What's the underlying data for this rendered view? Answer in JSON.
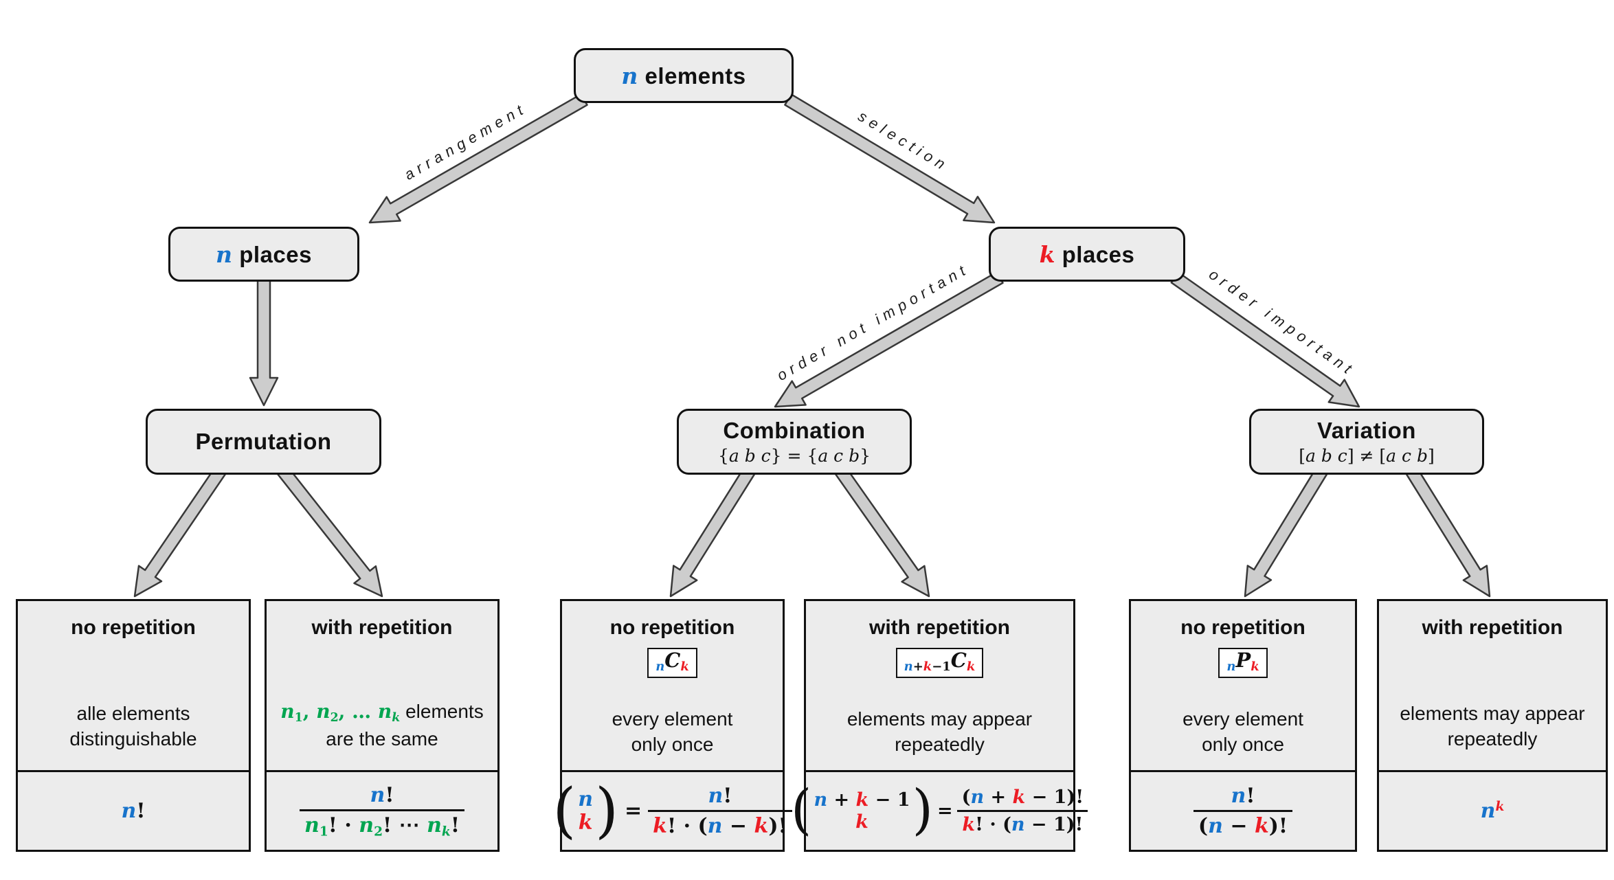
{
  "palette": {
    "blue": "#1773cb",
    "red": "#ec1c24",
    "green": "#00a550",
    "box_bg": "#ececec",
    "arrow_fill": "#cdcdcd",
    "arrow_stroke": "#383838"
  },
  "nodes": {
    "root": {
      "title": [
        {
          "t": "n",
          "i": 1,
          "c": "b"
        },
        {
          "t": " elements"
        }
      ]
    },
    "n_places": {
      "title": [
        {
          "t": "n",
          "i": 1,
          "c": "b"
        },
        {
          "t": " places"
        }
      ]
    },
    "k_places": {
      "title": [
        {
          "t": "k",
          "i": 1,
          "c": "r"
        },
        {
          "t": " places"
        }
      ]
    },
    "permutation": {
      "title": [
        {
          "t": "Permutation"
        }
      ]
    },
    "combination": {
      "title": [
        {
          "t": "Combination"
        }
      ],
      "subtitle": [
        {
          "t": "{",
          "m": 1
        },
        {
          "t": "a b c",
          "i": 1
        },
        {
          "t": "} = {",
          "m": 1
        },
        {
          "t": "a c b",
          "i": 1
        },
        {
          "t": "}",
          "m": 1
        }
      ]
    },
    "variation": {
      "title": [
        {
          "t": "Variation"
        }
      ],
      "subtitle": [
        {
          "t": "[",
          "m": 1
        },
        {
          "t": "a b c",
          "i": 1
        },
        {
          "t": "] ≠ [",
          "m": 1
        },
        {
          "t": "a c b",
          "i": 1
        },
        {
          "t": "]",
          "m": 1
        }
      ]
    }
  },
  "edges": {
    "arrangement": "arrangement",
    "selection": "selection",
    "order_not_important": "order not important",
    "order_important": "order important"
  },
  "leaves": [
    {
      "id": "permutation-no-repetition",
      "title": "no repetition",
      "desc1": [
        {
          "t": "alle elements"
        }
      ],
      "desc2": [
        {
          "t": "distinguishable"
        }
      ],
      "formula": [
        {
          "t": "n",
          "i": 1,
          "c": "b"
        },
        {
          "t": "!",
          "m": 1
        }
      ]
    },
    {
      "id": "permutation-with-repetition",
      "title": "with repetition",
      "desc1": [
        {
          "t": "n",
          "i": 1,
          "c": "g"
        },
        {
          "t": "1",
          "m": 1,
          "c": "g",
          "v": "sub"
        },
        {
          "t": ", ",
          "m": 1,
          "c": "g"
        },
        {
          "t": "n",
          "i": 1,
          "c": "g"
        },
        {
          "t": "2",
          "m": 1,
          "c": "g",
          "v": "sub"
        },
        {
          "t": ", … ",
          "m": 1,
          "c": "g"
        },
        {
          "t": "n",
          "i": 1,
          "c": "g"
        },
        {
          "t": "k",
          "i": 1,
          "c": "g",
          "v": "sub"
        },
        {
          "t": " elements"
        }
      ],
      "desc2": [
        {
          "t": "are the same"
        }
      ],
      "num": [
        {
          "t": "n",
          "i": 1,
          "c": "b"
        },
        {
          "t": "!",
          "m": 1
        }
      ],
      "den": [
        {
          "t": "n",
          "i": 1,
          "c": "g"
        },
        {
          "t": "1",
          "m": 1,
          "c": "g",
          "v": "sub"
        },
        {
          "t": "!",
          "m": 1
        },
        {
          "t": " · ",
          "m": 1
        },
        {
          "t": "n",
          "i": 1,
          "c": "g"
        },
        {
          "t": "2",
          "m": 1,
          "c": "g",
          "v": "sub"
        },
        {
          "t": "!",
          "m": 1
        },
        {
          "t": " ⋯ ",
          "m": 1
        },
        {
          "t": "n",
          "i": 1,
          "c": "g"
        },
        {
          "t": "k",
          "i": 1,
          "c": "g",
          "v": "sub"
        },
        {
          "t": "!",
          "m": 1
        }
      ]
    },
    {
      "id": "combination-no-repetition",
      "title": "no repetition",
      "badge": [
        {
          "t": "n",
          "i": 1,
          "c": "b",
          "v": "sub"
        },
        {
          "t": "C",
          "i": 1
        },
        {
          "t": "k",
          "i": 1,
          "c": "r",
          "v": "sub"
        }
      ],
      "desc1": [
        {
          "t": "every element"
        }
      ],
      "desc2": [
        {
          "t": "only once"
        }
      ],
      "binom_top": [
        {
          "t": "n",
          "i": 1,
          "c": "b"
        }
      ],
      "binom_bottom": [
        {
          "t": "k",
          "i": 1,
          "c": "r"
        }
      ],
      "eq": [
        {
          "t": "=",
          "m": 1
        }
      ],
      "num": [
        {
          "t": "n",
          "i": 1,
          "c": "b"
        },
        {
          "t": "!",
          "m": 1
        }
      ],
      "den": [
        {
          "t": "k",
          "i": 1,
          "c": "r"
        },
        {
          "t": "! · (",
          "m": 1
        },
        {
          "t": "n",
          "i": 1,
          "c": "b"
        },
        {
          "t": " − ",
          "m": 1
        },
        {
          "t": "k",
          "i": 1,
          "c": "r"
        },
        {
          "t": ")!",
          "m": 1
        }
      ]
    },
    {
      "id": "combination-with-repetition",
      "title": "with repetition",
      "badge": [
        {
          "t": "n",
          "i": 1,
          "c": "b",
          "v": "sub"
        },
        {
          "t": "+",
          "m": 1,
          "v": "sub"
        },
        {
          "t": "k",
          "i": 1,
          "c": "r",
          "v": "sub"
        },
        {
          "t": "−1",
          "m": 1,
          "v": "sub"
        },
        {
          "t": "C",
          "i": 1
        },
        {
          "t": "k",
          "i": 1,
          "c": "r",
          "v": "sub"
        }
      ],
      "desc1": [
        {
          "t": "elements may appear"
        }
      ],
      "desc2": [
        {
          "t": "repeatedly"
        }
      ],
      "binom_top": [
        {
          "t": "n",
          "i": 1,
          "c": "b"
        },
        {
          "t": " + ",
          "m": 1
        },
        {
          "t": "k",
          "i": 1,
          "c": "r"
        },
        {
          "t": " − 1",
          "m": 1
        }
      ],
      "binom_bottom": [
        {
          "t": "k",
          "i": 1,
          "c": "r"
        }
      ],
      "eq": [
        {
          "t": "=",
          "m": 1
        }
      ],
      "num": [
        {
          "t": "(",
          "m": 1
        },
        {
          "t": "n",
          "i": 1,
          "c": "b"
        },
        {
          "t": " + ",
          "m": 1
        },
        {
          "t": "k",
          "i": 1,
          "c": "r"
        },
        {
          "t": " − 1",
          "m": 1
        },
        {
          "t": ")!",
          "m": 1
        }
      ],
      "den": [
        {
          "t": "k",
          "i": 1,
          "c": "r"
        },
        {
          "t": "! · (",
          "m": 1
        },
        {
          "t": "n",
          "i": 1,
          "c": "b"
        },
        {
          "t": " − 1",
          "m": 1
        },
        {
          "t": ")!",
          "m": 1
        }
      ]
    },
    {
      "id": "variation-no-repetition",
      "title": "no repetition",
      "badge": [
        {
          "t": "n",
          "i": 1,
          "c": "b",
          "v": "sub"
        },
        {
          "t": "P",
          "i": 1
        },
        {
          "t": "k",
          "i": 1,
          "c": "r",
          "v": "sub"
        }
      ],
      "desc1": [
        {
          "t": "every element"
        }
      ],
      "desc2": [
        {
          "t": "only once"
        }
      ],
      "num": [
        {
          "t": "n",
          "i": 1,
          "c": "b"
        },
        {
          "t": "!",
          "m": 1
        }
      ],
      "den": [
        {
          "t": "(",
          "m": 1
        },
        {
          "t": "n",
          "i": 1,
          "c": "b"
        },
        {
          "t": " − ",
          "m": 1
        },
        {
          "t": "k",
          "i": 1,
          "c": "r"
        },
        {
          "t": ")!",
          "m": 1
        }
      ]
    },
    {
      "id": "variation-with-repetition",
      "title": "with repetition",
      "desc1": [
        {
          "t": "elements may appear"
        }
      ],
      "desc2": [
        {
          "t": "repeatedly"
        }
      ],
      "formula": [
        {
          "t": "n",
          "i": 1,
          "c": "b"
        },
        {
          "t": "k",
          "i": 1,
          "c": "r",
          "v": "sup"
        }
      ]
    }
  ]
}
